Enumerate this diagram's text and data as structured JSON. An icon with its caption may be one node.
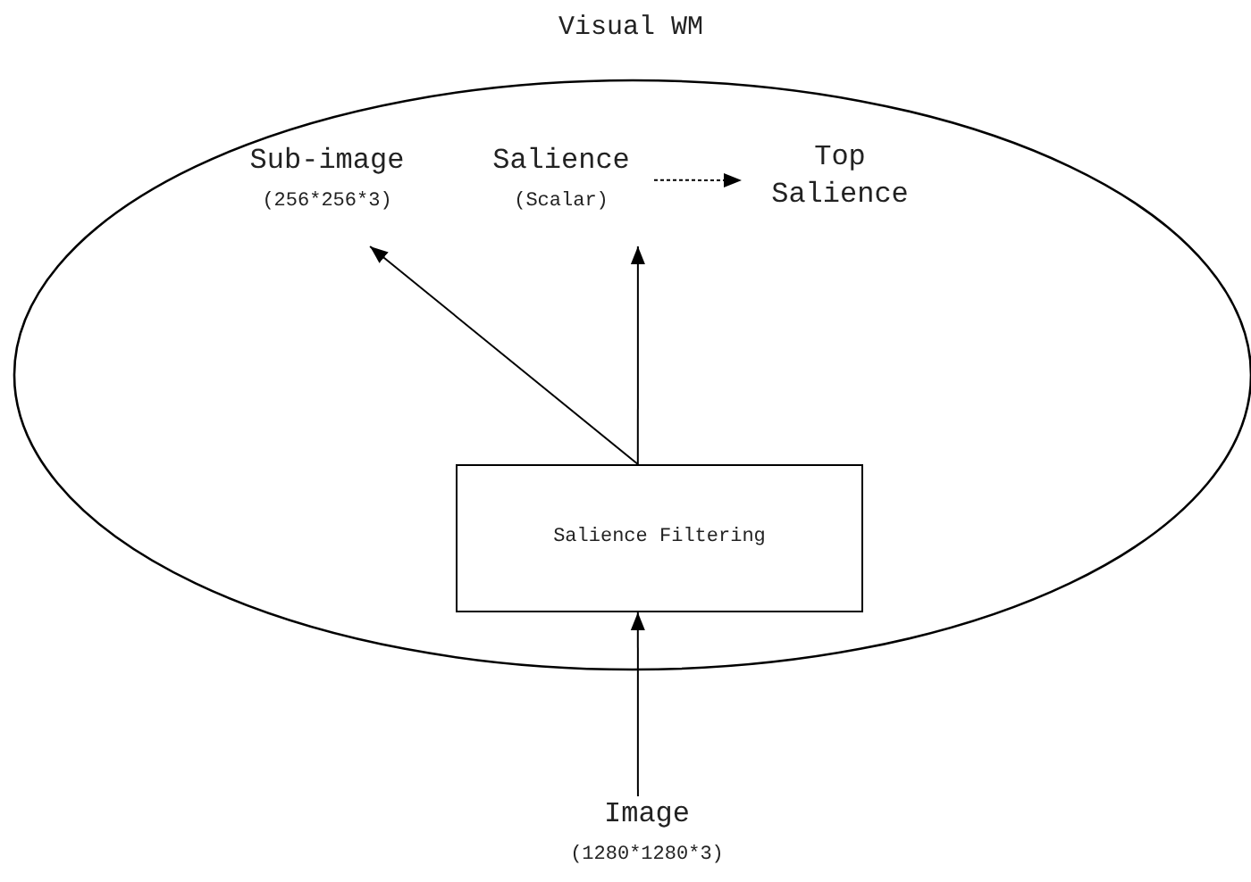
{
  "diagram": {
    "nodes": [
      {
        "text": [
          "Visual WM"
        ]
      },
      {
        "text": [
          "Sub-image",
          "(256*256*3)"
        ],
        "in": 0
      },
      {
        "text": [
          "Salience",
          "(Scalar)"
        ],
        "in": 0
      },
      {
        "text": [
          "Top Salience"
        ],
        "in": 0
      },
      {
        "text": [
          "Salience Filtering"
        ],
        "in": 0
      },
      {
        "text": [
          "Image",
          "(1280*1280*3)"
        ]
      }
    ],
    "edges": [
      {
        "from": 4,
        "to": 1,
        "arrow": "to"
      },
      {
        "from": 4,
        "to": 2,
        "arrow": "to"
      },
      {
        "from": 2,
        "to": 3,
        "arrow": "to",
        "style": "dashed"
      },
      {
        "from": 5,
        "to": 4,
        "arrow": "to"
      }
    ]
  }
}
